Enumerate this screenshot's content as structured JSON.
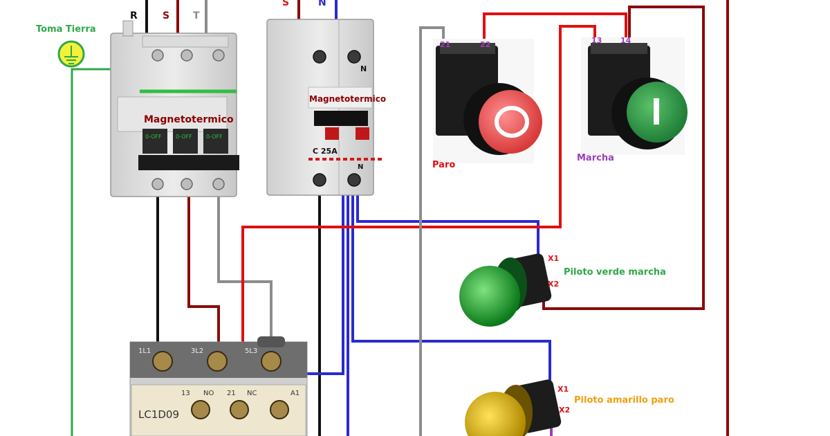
{
  "colors": {
    "red": "#e01010",
    "dark_red": "#8b0a0a",
    "black": "#111111",
    "gray": "#8c8c8c",
    "blue": "#2a2ad0",
    "green": "#2fa84a",
    "purple": "#9b3fb8",
    "orange": "#f0a010",
    "label_dark_red": "#8b0000"
  },
  "earth": {
    "label": "Toma Tierra"
  },
  "breaker_3p": {
    "label": "Magnetotermico",
    "phases": [
      "R",
      "S",
      "T"
    ],
    "switch_text": "0-OFF"
  },
  "breaker_2p": {
    "label": "Magnetotermico",
    "phases": [
      "S",
      "N"
    ],
    "neutral_mark": "N",
    "rating": "C 25A"
  },
  "stop_button": {
    "label": "Paro",
    "terminals": [
      "21",
      "22"
    ],
    "symbol": "O"
  },
  "start_button": {
    "label": "Marcha",
    "terminals": [
      "13",
      "14"
    ],
    "symbol": "I"
  },
  "pilot_green": {
    "label": "Piloto verde marcha",
    "terminals": [
      "X1",
      "X2"
    ]
  },
  "pilot_yellow": {
    "label": "Piloto amarillo paro",
    "terminals": [
      "X1",
      "X2"
    ]
  },
  "contactor": {
    "model": "LC1D09",
    "power_terminals": [
      "1L1",
      "3L2",
      "5L3"
    ],
    "aux_labels": [
      "13",
      "NO",
      "21",
      "NC",
      "A1"
    ]
  }
}
